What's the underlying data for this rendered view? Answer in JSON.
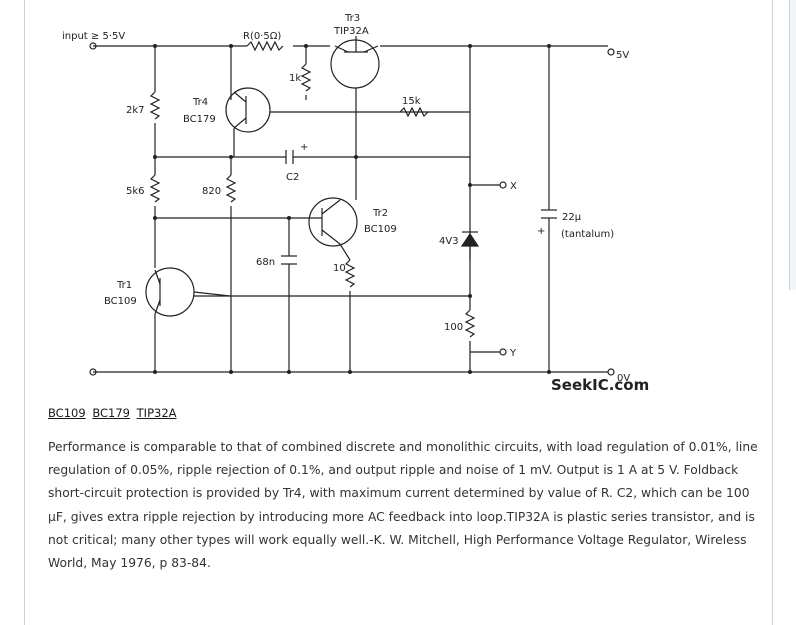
{
  "schematic": {
    "labels": {
      "input": "input ≥ 5·5V",
      "r": "R(0·5Ω)",
      "tr3": "Tr3",
      "tr3_part": "TIP32A",
      "out_5v": "5V",
      "r_1k": "1k",
      "tr4": "Tr4",
      "tr4_part": "BC179",
      "r_2k7": "2k7",
      "r_15k": "15k",
      "c2_plus": "+",
      "c2": "C2",
      "r_5k6": "5k6",
      "r_820": "820",
      "x": "X",
      "tr2": "Tr2",
      "tr2_part": "BC109",
      "cap_22u": "22μ",
      "tantalum": "(tantalum)",
      "cap_plus": "+",
      "zener": "4V3",
      "c_68n": "68n",
      "r_10": "10",
      "tr1": "Tr1",
      "tr1_part": "BC109",
      "r_100": "100",
      "y": "Y",
      "out_0v": "0V",
      "watermark": "SeekIC.com"
    }
  },
  "links": [
    "BC109",
    "BC179",
    "TIP32A"
  ],
  "description": "Performance is comparable to that of combined discrete and monolithic circuits, with load regulation of 0.01%, line regulation of 0.05%, ripple rejection of 0.1%, and output ripple and noise of 1 mV. Output is 1 A at 5 V. Foldback short-circuit protection is provided by Tr4, with maximum current determined by value of R. C2, which can be 100 μF, gives extra ripple rejection by introducing more AC feedback into loop.TIP32A is plastic series transistor, and is not critical; many other types will work equally well.-K. W. Mitchell, High Performance Voltage Regulator, Wireless World, May 1976, p 83-84.",
  "colors": {
    "watermark": "#1f4f7a",
    "border": "#c9d3de"
  }
}
